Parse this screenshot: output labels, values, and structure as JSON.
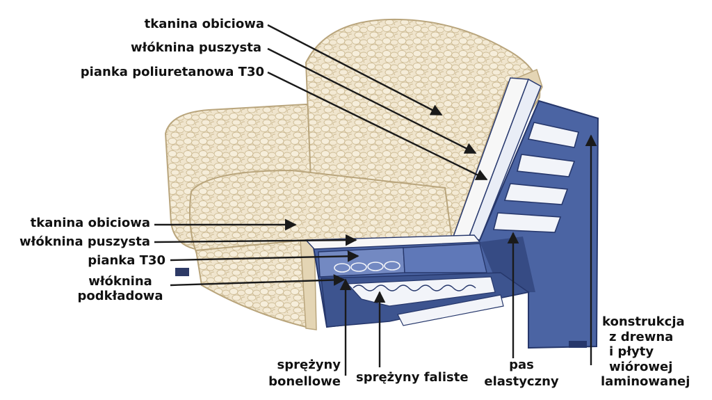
{
  "labels": {
    "back_fabric": "tkanina obiciowa",
    "back_fiber": "włóknina puszysta",
    "back_foam": "pianka poliuretanowa T30",
    "seat_fabric": "tkanina obiciowa",
    "seat_fiber": "włóknina puszysta",
    "seat_foam": "pianka T30",
    "seat_underlay_1": "włóknina",
    "seat_underlay_2": "podkładowa",
    "bonell_1": "sprężyny",
    "bonell_2": "bonellowe",
    "wavy_springs": "sprężyny faliste",
    "elastic_1": "pas",
    "elastic_2": "elastyczny",
    "frame_1": "konstrukcja",
    "frame_2": "z drewna",
    "frame_3": "i płyty",
    "frame_4": "wiórowej",
    "frame_5": "laminowanej"
  },
  "colors": {
    "upholstery": "#efe4cc",
    "upholstery_shade": "#d9c9a6",
    "frame_blue": "#4b64a3",
    "frame_blue_light": "#7389c2",
    "frame_dark": "#26376b",
    "foam_white": "#f7f7f7",
    "leader_line": "#1a1a1a"
  }
}
